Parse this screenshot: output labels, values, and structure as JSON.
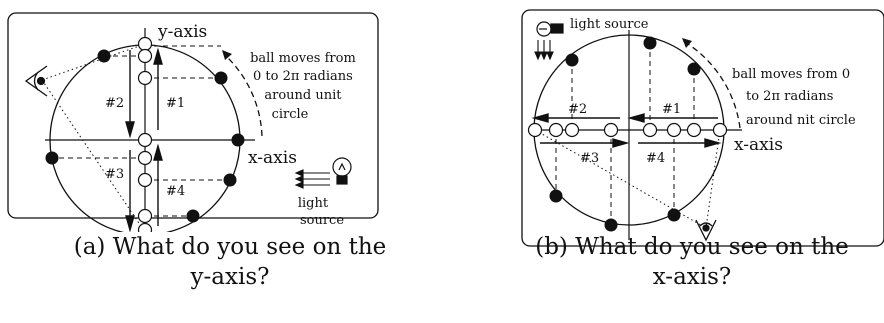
{
  "panel_a": {
    "axis_y": "y-axis",
    "axis_x": "x-axis",
    "motion": [
      "ball moves from",
      "0 to 2π radians",
      "around unit",
      "circle"
    ],
    "source": [
      "light",
      "source"
    ],
    "segments": [
      "#1",
      "#2",
      "#3",
      "#4"
    ],
    "caption": [
      "(a) What do you see on the",
      "y-axis?"
    ]
  },
  "panel_b": {
    "source": "light source",
    "motion": [
      "ball moves from 0",
      "to 2π radians",
      "around nit circle"
    ],
    "axis_x": "x-axis",
    "segments": [
      "#1",
      "#2",
      "#3",
      "#4"
    ],
    "caption": [
      "(b) What do you see on the",
      "x-axis?"
    ]
  }
}
